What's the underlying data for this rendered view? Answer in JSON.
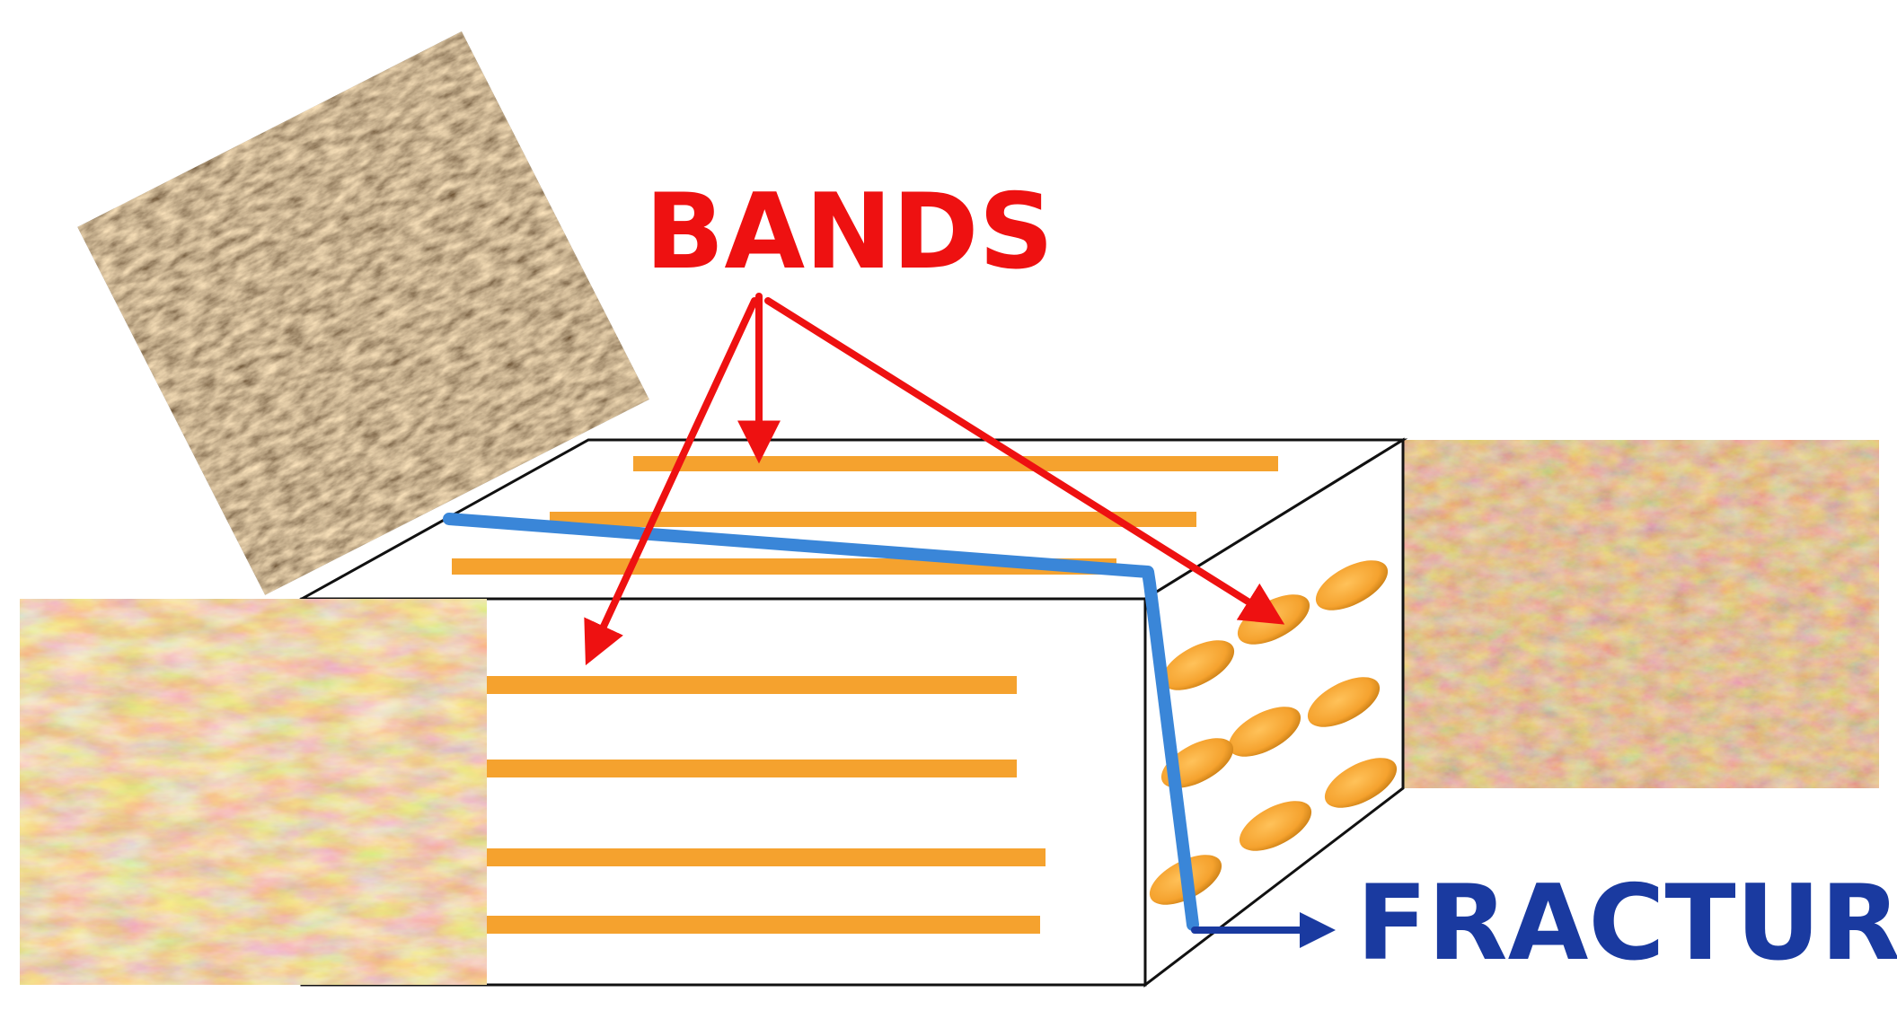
{
  "labels": {
    "bands": "BANDS",
    "fracture": "FRACTURE"
  },
  "colors": {
    "band": "#f5a22e",
    "band_shadow": "#c47a12",
    "fracture_line": "#3a86d8",
    "bands_arrow": "#ee1111",
    "bands_text": "#ee1111",
    "fracture_arrow": "#1a3aa0",
    "fracture_text": "#1a3aa0",
    "block_outline": "#111111",
    "texture_base": "#c9924f",
    "texture_light": "#f0d7a8",
    "texture_dark": "#8a5a2a"
  },
  "texture_samples": [
    {
      "name": "top-surface-texture"
    },
    {
      "name": "side-surface-texture"
    },
    {
      "name": "end-surface-texture"
    }
  ]
}
